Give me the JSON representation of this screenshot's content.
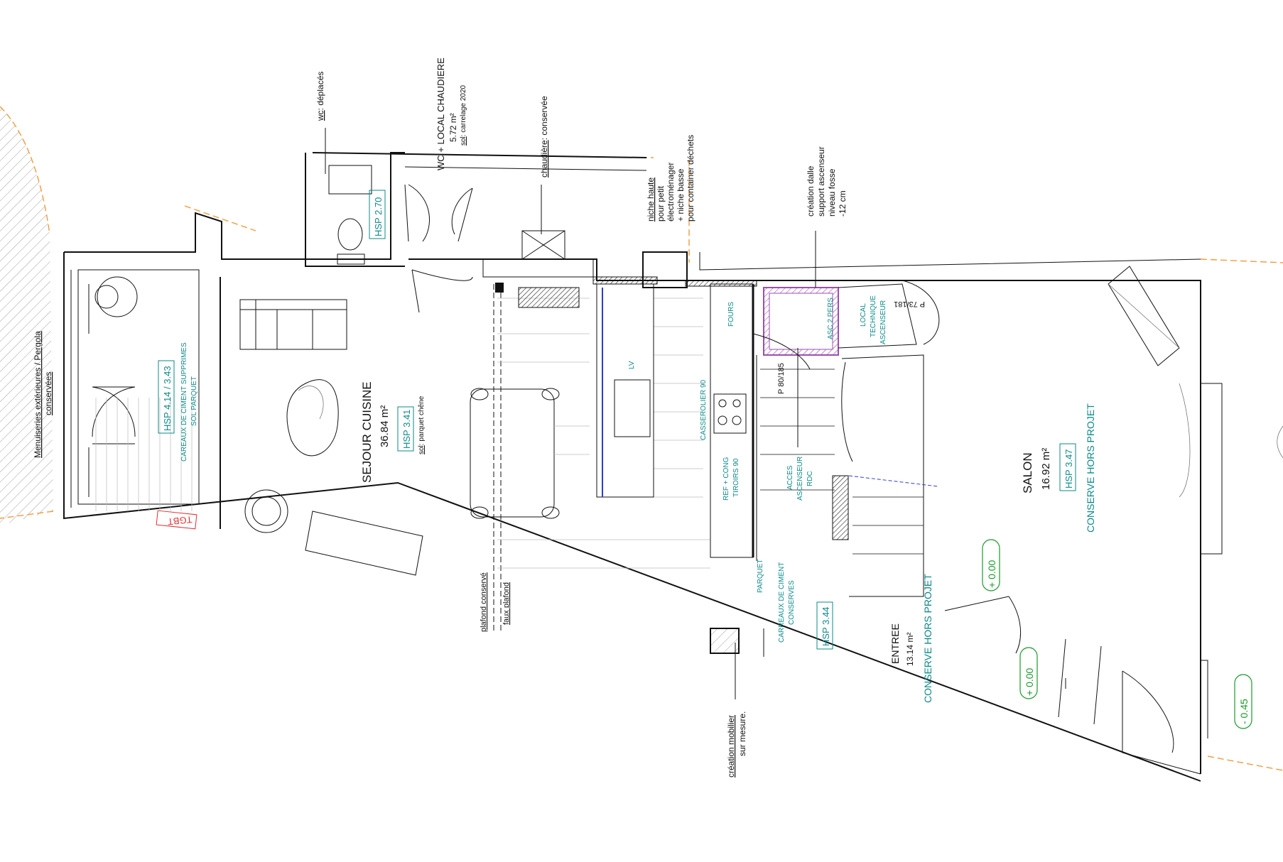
{
  "rooms": {
    "sejour": {
      "name": "SEJOUR CUISINE",
      "area": "36.84 m²",
      "hsp": "HSP 3.41",
      "floor_prefix": "sol",
      "floor_text": ": parquet chêne"
    },
    "salon": {
      "name": "SALON",
      "area": "16.92 m²",
      "hsp": "HSP 3.47",
      "note": "CONSERVE HORS PROJET"
    },
    "entree": {
      "name": "ENTREE",
      "area": "13.14 m²",
      "note": "CONSERVE HORS PROJET"
    },
    "wc": {
      "name": "WC + LOCAL CHAUDIERE",
      "area": "5.72 m²",
      "floor_prefix": "sol",
      "floor_text": ": carrelage 2020",
      "hsp": "HSP 2.70"
    },
    "veranda": {
      "hsp": "HSP 4.14 / 3.43",
      "line1": "CAREAUX DE CIMENT SUPPRIMES",
      "line2": "SOL PARQUET"
    },
    "corridor": {
      "hsp": "HSP 3.44",
      "line1": "CARREAUX DE CIMENT",
      "line2": "CONSERVES"
    }
  },
  "annotations": {
    "wc_moved_u": "wc",
    "wc_moved": ": déplacés",
    "chaudiere_u": "chaudière",
    "chaudiere": ": conservée",
    "niche": [
      "niche haute",
      "pour petit",
      "électroménager",
      "+ niche basse",
      "pour container déchets"
    ],
    "dalle": [
      "création  dalle",
      "support ascenseur",
      "niveau fosse",
      "-12 cm"
    ],
    "menuiseries": [
      "Menuiseries extérieures / Pergola",
      "conservées"
    ],
    "plafond_conserve": "plafond conservé",
    "faux_plafond": "faux plafond",
    "mobilier": [
      "création  mobilier",
      "sur mesure."
    ],
    "parquet": "PARQUET",
    "fours": "FOURS",
    "lv": "LV",
    "casserolier": "CASSEROLIER 90",
    "ref": [
      "REF + CONG",
      "TIROIRS 90"
    ],
    "acces": [
      "ACCES",
      "ASCENSEUR",
      "RDC"
    ],
    "asc": "ASC 2 PERS",
    "local_tech": [
      "LOCAL",
      "TECHNIQUE",
      "ASCENSEUR"
    ],
    "p80": "P 80/185",
    "p73": "P 73/181",
    "tgbt": "TGBT"
  },
  "levels": {
    "salon": "+ 0.00",
    "entree": "+ 0.00",
    "exterior": "- 0.45"
  },
  "colors": {
    "teal": "#0e8a8a",
    "green": "#1a9a2a",
    "orange": "#f29a3c",
    "purple": "#9b4fb0",
    "red": "#e03030"
  }
}
